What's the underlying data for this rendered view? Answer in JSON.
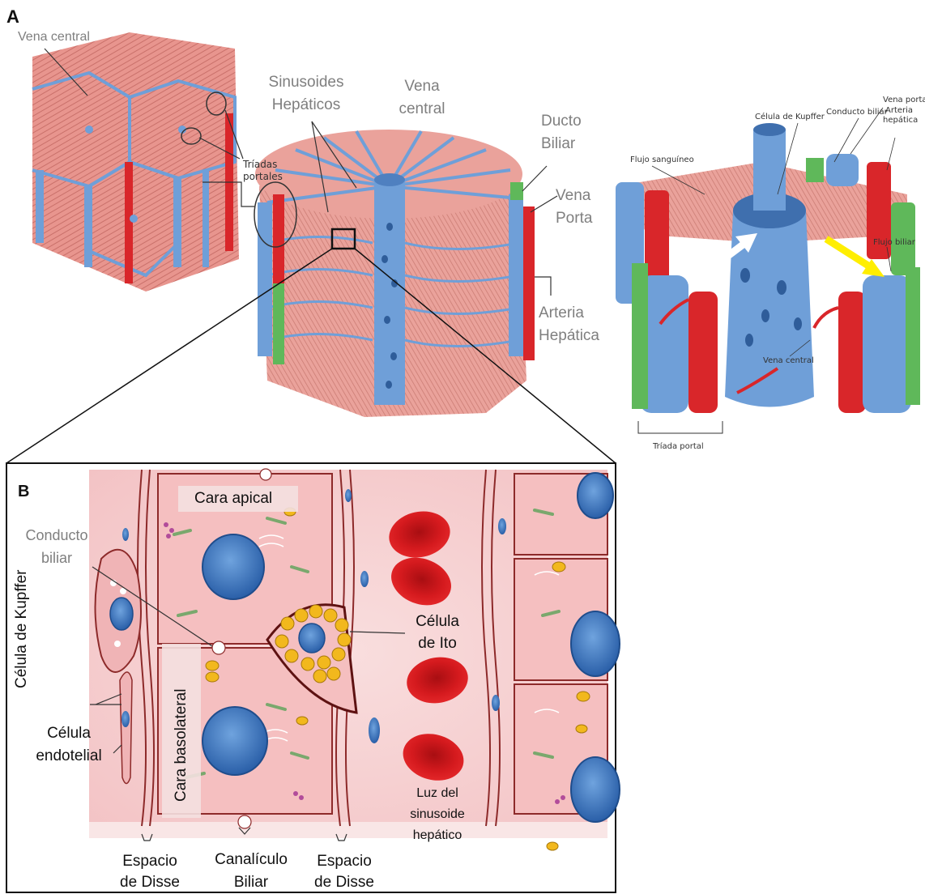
{
  "panel_a": {
    "letter": "A",
    "left_block": {
      "vena_central": "Vena central",
      "triadas_portales_line1": "Tríadas",
      "triadas_portales_line2": "portales"
    },
    "center_block": {
      "sinusoides_line1": "Sinusoides",
      "sinusoides_line2": "Hepáticos",
      "vena_central_line1": "Vena",
      "vena_central_line2": "central",
      "ducto_line1": "Ducto",
      "ducto_line2": "Biliar",
      "vena_porta_line1": "Vena",
      "vena_porta_line2": "Porta",
      "arteria_line1": "Arteria",
      "arteria_line2": "Hepática"
    },
    "right_block": {
      "flujo_sanguineo": "Flujo sanguíneo",
      "celula_kupffer": "Célula de Kupffer",
      "conducto_biliar": "Conducto biliar",
      "vena_porta": "Vena porta",
      "arteria_line1": "Arteria",
      "arteria_line2": "hepática",
      "flujo_biliar": "Flujo biliar",
      "vena_central": "Vena central",
      "triada_portal": "Tríada portal"
    }
  },
  "panel_b": {
    "letter": "B",
    "cara_apical": "Cara apical",
    "conducto_biliar_line1": "Conducto",
    "conducto_biliar_line2": "biliar",
    "celula_ito_line1": "Célula",
    "celula_ito_line2": "de Ito",
    "celula_kupffer": "Célula de Kupffer",
    "cara_basolateral": "Cara basolateral",
    "celula_endotelial_line1": "Célula",
    "celula_endotelial_line2": "endotelial",
    "luz_line1": "Luz del",
    "luz_line2": "sinusoide",
    "luz_line3": "hepático",
    "espacio_disse_left_line1": "Espacio",
    "espacio_disse_left_line2": "de Disse",
    "canaliculo_line1": "Canalículo",
    "canaliculo_line2": "Biliar",
    "espacio_disse_right_line1": "Espacio",
    "espacio_disse_right_line2": "de Disse"
  },
  "colors": {
    "tissue_pink": "#e8958e",
    "tissue_dark": "#c9706a",
    "vein_blue": "#6f9fd8",
    "artery_red": "#d9262a",
    "bile_green": "#5fb85a",
    "cell_bg": "#f7d3d3",
    "nucleus_blue": "#3a78c2",
    "rbc_red": "#d0161b",
    "lipid_yellow": "#f2b81d"
  }
}
